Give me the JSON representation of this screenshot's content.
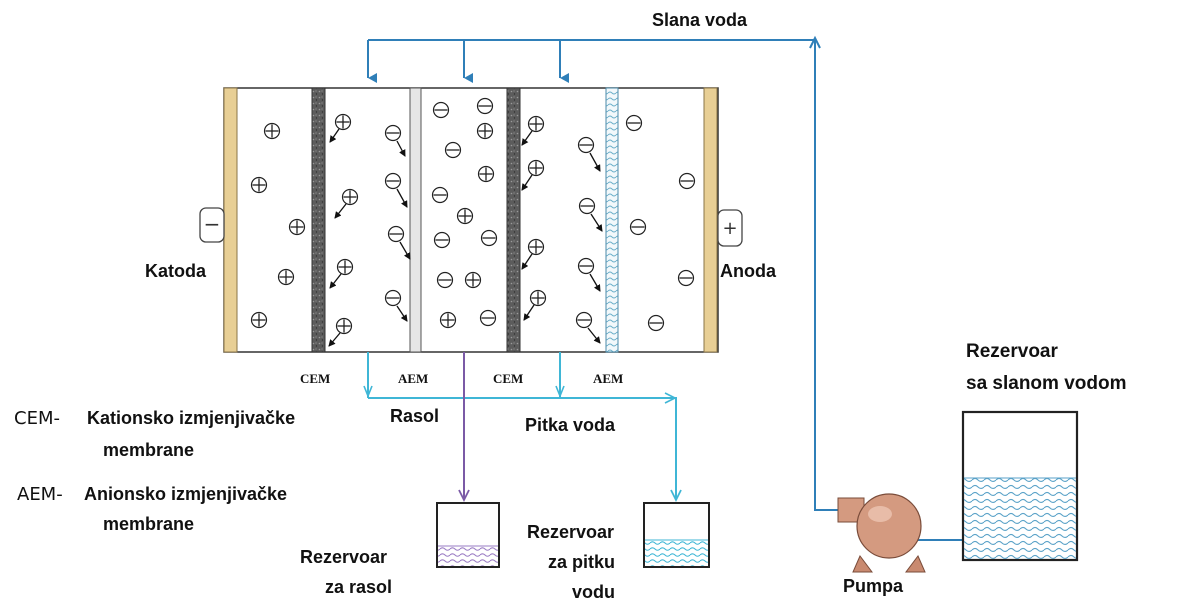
{
  "labels": {
    "salt_water": "Slana voda",
    "cathode": "Katoda",
    "anode": "Anoda",
    "cathode_sign": "−",
    "anode_sign": "+",
    "cem_1": "CEM",
    "aem_1": "AEM",
    "cem_2": "CEM",
    "aem_2": "AEM",
    "brine": "Rasol",
    "drinking_water": "Pitka voda",
    "legend_cem_abbr": "CEM-",
    "legend_cem_line1": "Kationsko izmjenjivačke",
    "legend_cem_line2": "membrane",
    "legend_aem_abbr": "AEM-",
    "legend_aem_line1": "Anionsko izmjenjivačke",
    "legend_aem_line2": "membrane",
    "brine_tank_line1": "Rezervoar",
    "brine_tank_line2": "za rasol",
    "drinking_tank_line1": "Rezervoar",
    "drinking_tank_line2": "za pitku",
    "drinking_tank_line3": "vodu",
    "salt_tank_line1": "Rezervoar",
    "salt_tank_line2": "sa slanom vodom",
    "pump": "Pumpa"
  },
  "colors": {
    "salt_line": "#2f7fb8",
    "drinking_line": "#3fb6d6",
    "brine_line": "#7b5aa6",
    "electrode": "#e8cf95",
    "cem": "#6e6e6e",
    "aem": "#e4e4e4",
    "pump": "#d49a80"
  },
  "ions": {
    "cation": "⊕",
    "anion": "⊖"
  }
}
